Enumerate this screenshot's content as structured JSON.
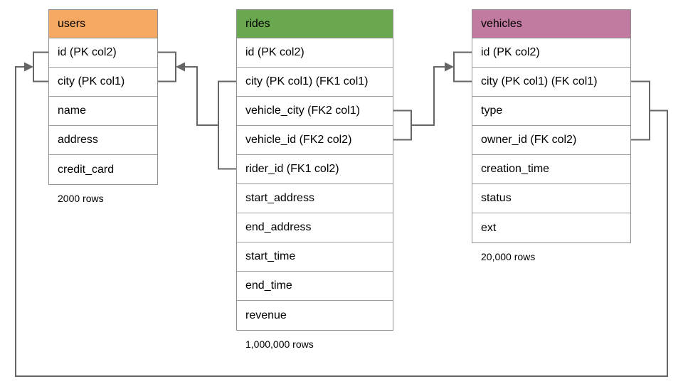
{
  "diagram": {
    "connector_color": "#666666",
    "tables": [
      {
        "name": "users",
        "header_color": "#F5A962",
        "columns": [
          "id (PK col2)",
          "city (PK col1)",
          "name",
          "address",
          "credit_card"
        ],
        "row_count_label": "2000 rows"
      },
      {
        "name": "rides",
        "header_color": "#6AA84F",
        "columns": [
          "id (PK col2)",
          "city (PK col1) (FK1 col1)",
          "vehicle_city (FK2 col1)",
          "vehicle_id (FK2 col2)",
          "rider_id (FK1 col2)",
          "start_address",
          "end_address",
          "start_time",
          "end_time",
          "revenue"
        ],
        "row_count_label": "1,000,000 rows"
      },
      {
        "name": "vehicles",
        "header_color": "#C27BA0",
        "columns": [
          "id (PK col2)",
          "city (PK col1) (FK col1)",
          "type",
          "owner_id (FK col2)",
          "creation_time",
          "status",
          "ext"
        ],
        "row_count_label": "20,000 rows"
      }
    ],
    "relationships": [
      {
        "name": "FK1",
        "from_table": "rides",
        "from_columns": [
          "city",
          "rider_id"
        ],
        "to_table": "users",
        "to_columns": [
          "id",
          "city"
        ]
      },
      {
        "name": "FK2",
        "from_table": "rides",
        "from_columns": [
          "vehicle_city",
          "vehicle_id"
        ],
        "to_table": "vehicles",
        "to_columns": [
          "id",
          "city"
        ]
      },
      {
        "name": "FK",
        "from_table": "vehicles",
        "from_columns": [
          "city",
          "owner_id"
        ],
        "to_table": "users",
        "to_columns": [
          "id",
          "city"
        ]
      }
    ]
  }
}
